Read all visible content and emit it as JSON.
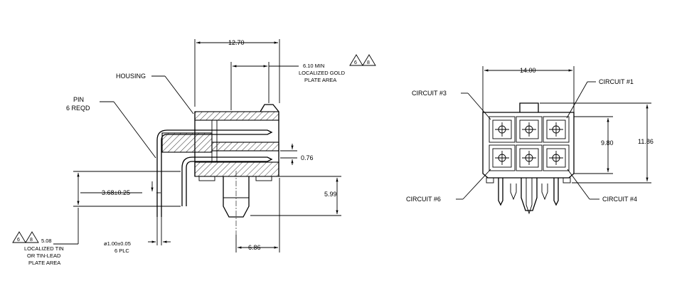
{
  "side_view": {
    "dim_top_width": "12.70",
    "gold_min": "6.10 MIN",
    "gold_line2": "LOCALIZED GOLD",
    "gold_line3": "PLATE AREA",
    "gold_note_a": "6",
    "gold_note_b": "8",
    "housing": "HOUSING",
    "pin_line1": "PIN",
    "pin_line2": "6  REQD",
    "dim_076": "0.76",
    "dim_368": "3.68±0.25",
    "dim_599": "5.99",
    "tin_dim": "5.08",
    "tin_line2": "LOCALIZED TIN",
    "tin_line3": "OR TIN-LEAD",
    "tin_line4": "PLATE AREA",
    "tin_note_a": "6",
    "tin_note_b": "8",
    "pin_dia": "ø1.00±0.05",
    "pin_plc": "6  PLC",
    "dim_686": "6.86"
  },
  "front_view": {
    "dim_width": "14.00",
    "circuit_3": "CIRCUIT  #3",
    "circuit_1": "CIRCUIT  #1",
    "circuit_6": "CIRCUIT  #6",
    "circuit_4": "CIRCUIT  #4",
    "dim_980": "9.80",
    "dim_1186": "11.86"
  }
}
